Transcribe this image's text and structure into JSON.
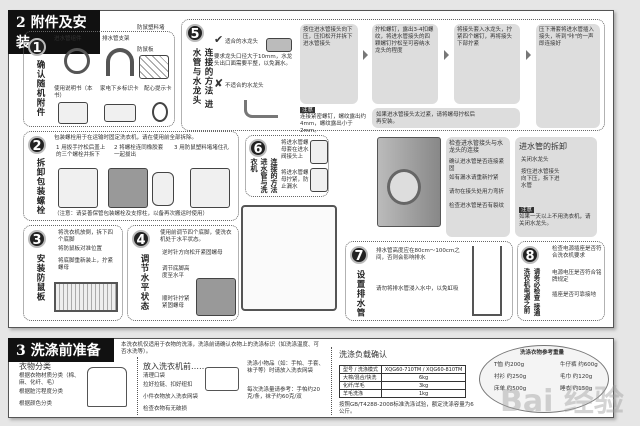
{
  "section2": {
    "title": "2 附件及安装",
    "step1": {
      "num": "1",
      "title": "确认随机附件",
      "items": [
        "进水管组件",
        "排水管支架",
        "使用说明书（本书）",
        "家电下乡标识卡",
        "防鼠塑料堵",
        "防鼠板",
        "配心提示卡"
      ]
    },
    "step5": {
      "num": "5",
      "title": "连接的方法 进水管与水龙头",
      "ok": "适合的水龙头",
      "note": "要求龙头口径大于10mm，水龙头出口面需要平整，以免漏水。",
      "ng": "不适合的水龙头",
      "steps": [
        "按住进水管接头向下压，压扣松开并拆下进水管接头",
        "拧松螺钉，露出3-4扣螺纹，将进水管接头的四颗螺钉拧松至可容纳水龙头的程度",
        "将接头套入水龙头，拧紧四个螺钉，再将接头下部拧紧",
        "压下滑套将进水管插入接头，听到\"咔\"的一声即连接好"
      ],
      "tip_label": "注意",
      "tip": "连接紧密螺钉，螺纹露出约4mm，螺纹露出小于2mm。",
      "sub": "如果进水管接头太过紧，请将螺母拧松后再安装。"
    },
    "step2": {
      "num": "2",
      "title": "拆卸包装螺栓",
      "intro": "包装螺栓用于在运输时固定洗衣机，请在使用前全部拆除。",
      "steps": [
        "1 用扳手拧松后盖上的三个螺栓并拆下",
        "2 将螺栓连同橡胶套一起拔出",
        "3 用防鼠塑料堵堵住孔"
      ],
      "note": "（注意：请妥善保管包装螺栓及支撑柱，以备再次搬运时使用）"
    },
    "step6": {
      "num": "6",
      "title": "连接的方法 进水管与洗衣机",
      "steps": [
        "将进水管螺母套在进水阀接头上",
        "将进水管螺母拧紧，防止漏水"
      ]
    },
    "step3": {
      "num": "3",
      "title": "安装防鼠板",
      "steps": [
        "将洗衣机放倒，拆下四个底脚",
        "将防鼠板对准位置",
        "将底脚重新装上，拧紧螺母"
      ]
    },
    "step4": {
      "num": "4",
      "title": "调节水平状态",
      "intro": "使用前调节四个底脚，使洗衣机处于水平状态。",
      "steps": [
        "逆时针方向松开紧固螺母",
        "调节底脚高度至水平",
        "顺时针拧紧紧固螺母"
      ]
    },
    "check": {
      "title": "检查进水管接头与水龙头的连接",
      "items": [
        "确认进水管是否连接紧固",
        "如有漏水请重新拧紧",
        "请勿在接头处用力弯折",
        "检查进水管是否有裂纹"
      ]
    },
    "remove": {
      "title": "进水管的拆卸",
      "steps": [
        "关闭水龙头",
        "按住进水管接头向下压，拆下进水管"
      ],
      "tip_label": "注意",
      "tip": "如果一天以上不用洗衣机，请关闭水龙头。"
    },
    "step7": {
      "num": "7",
      "title": "设置排水管",
      "items": [
        "排水管高度应在80cm～100cm之间，否则会影响排水",
        "请勿将排水管浸入水中，以免虹吸"
      ]
    },
    "step8": {
      "num": "8",
      "title": "请务必检查 接通洗衣机电源之前",
      "items": [
        "检查电源插座是否符合洗衣机要求",
        "电源电压是否符合铭牌规定",
        "插座是否可靠接地"
      ]
    }
  },
  "section3": {
    "title": "3 洗涤前准备",
    "intro": "本洗衣机仅适用于衣物的洗涤，洗涤前请确认衣物上的洗涤标识（如洗涤温度、可否水洗等）。",
    "sort": {
      "title": "衣物分类",
      "items": [
        "根据衣物材质分类（棉、麻、化纤、毛）",
        "根据脏污程度分类",
        "根据颜色分类"
      ]
    },
    "before": {
      "title": "放入洗衣机前……",
      "items": [
        "清理口袋",
        "拉好拉链、扣好纽扣",
        "小件衣物放入洗衣网袋",
        "检查衣物有无破损"
      ]
    },
    "small": {
      "items": [
        "洗涤小物品（如：手帕、手套、袜子等）时请放入洗衣网袋",
        "每次洗涤量请参考：手帕约20克/条，袜子约60克/双"
      ]
    },
    "load": {
      "title": "洗涤负载确认",
      "table": {
        "header": [
          "型号 / 洗涤模式",
          "XQG60-710TM / XQG60-810TM"
        ],
        "rows": [
          [
            "大棉/混合/快洗",
            "6kg"
          ],
          [
            "化纤/羊毛",
            "3kg"
          ],
          [
            "羊毛洗涤",
            "1kg"
          ]
        ]
      },
      "note": "按照GB/T4288-2008标准洗涤试验，额定洗涤容量为6公斤。"
    },
    "ref": {
      "title": "洗涤衣物参考重量",
      "items": [
        "T恤 约200g",
        "衬衫 约250g",
        "床单 约500g",
        "牛仔裤 约600g",
        "毛巾 约120g",
        "睡衣 约150g"
      ]
    }
  },
  "watermark": "Bai 经验"
}
